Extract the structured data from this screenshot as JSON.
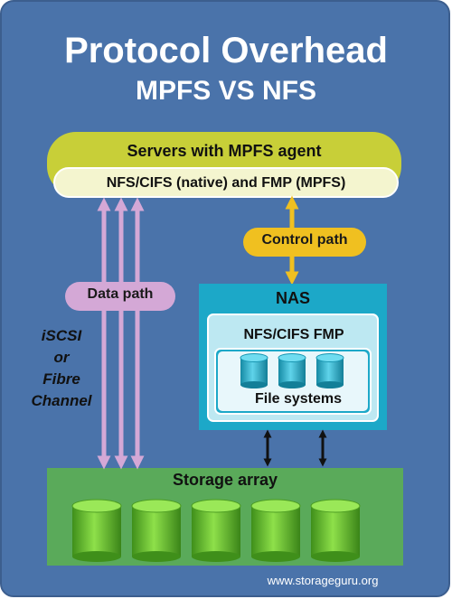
{
  "title": "Protocol Overhead",
  "subtitle": "MPFS VS NFS",
  "servers": {
    "title": "Servers with MPFS agent",
    "protocols": "NFS/CIFS (native) and FMP (MPFS)"
  },
  "paths": {
    "data": "Data path",
    "control": "Control path",
    "transport_lines": [
      "iSCSI",
      "or",
      "Fibre",
      "Channel"
    ]
  },
  "nas": {
    "title": "NAS",
    "service": "NFS/CIFS FMP",
    "file_systems": "File systems"
  },
  "storage": {
    "title": "Storage array"
  },
  "footer": "www.storageguru.org",
  "colors": {
    "background": "#4a73aa",
    "servers_band": "#c8cf38",
    "data_path": "#d4a8d6",
    "control_path": "#f0c020",
    "nas": "#1ca8c8",
    "storage": "#5aaa5a",
    "disk": "#6cc02a",
    "fs_cylinder": "#2bb3cc"
  }
}
